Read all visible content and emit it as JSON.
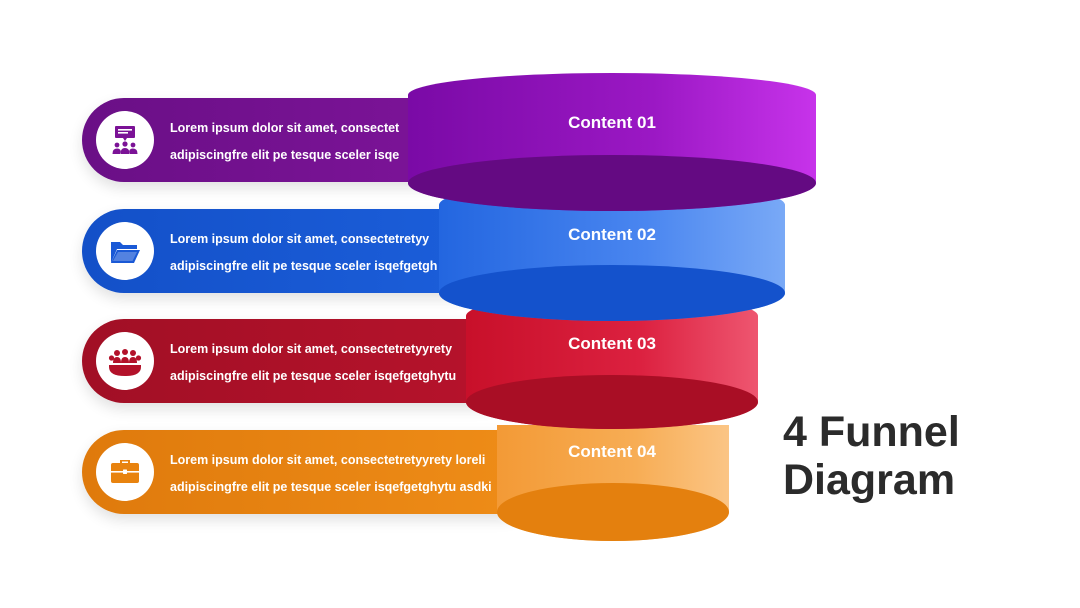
{
  "stages": [
    {
      "label": "Content 01",
      "line1": "Lorem ipsum dolor sit amet, consectet",
      "line2": "adipiscingfre elit pe tesque sceler isqe",
      "icon": "presentation-team-icon",
      "color": "#7b1296"
    },
    {
      "label": "Content 02",
      "line1": "Lorem ipsum dolor sit amet, consectetretyy",
      "line2": "adipiscingfre elit pe tesque sceler isqefgetgh",
      "icon": "folder-icon",
      "color": "#1a59d6"
    },
    {
      "label": "Content 03",
      "line1": "Lorem ipsum dolor sit amet, consectetretyyrety",
      "line2": "adipiscingfre elit pe tesque sceler isqefgetghytu",
      "icon": "meeting-icon",
      "color": "#b3122a"
    },
    {
      "label": "Content 04",
      "line1": "Lorem ipsum dolor sit amet, consectetretyyrety loreli",
      "line2": "adipiscingfre elit pe tesque sceler isqefgetghytu asdki",
      "icon": "briefcase-icon",
      "color": "#e8830f"
    }
  ],
  "title": {
    "line1": "4 Funnel",
    "line2": "Diagram"
  }
}
